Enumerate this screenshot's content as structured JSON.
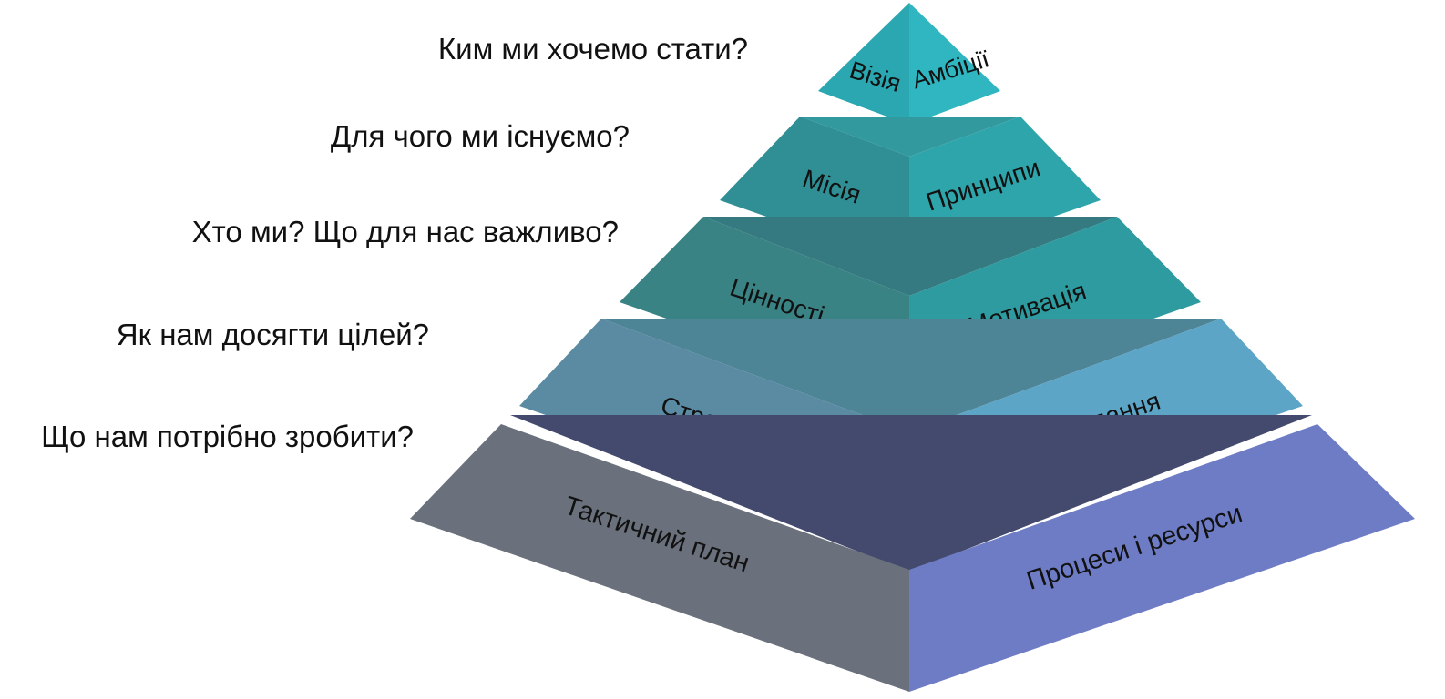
{
  "questions": [
    "Ким ми хочемо стати?",
    "Для чого ми існуємо?",
    "Хто ми? Що для нас важливо?",
    "Як нам досягти цілей?",
    "Що нам потрібно зробити?"
  ],
  "tiers": [
    {
      "left_label": "Візія",
      "right_label": "Амбіції",
      "colors": {
        "left": "#2aa7b1",
        "right": "#2fb6c0",
        "top": "#2c9fa9"
      }
    },
    {
      "left_label": "Місія",
      "right_label": "Принципи",
      "colors": {
        "left": "#2f8f94",
        "right": "#2ea5ab",
        "top": "#32999e"
      }
    },
    {
      "left_label": "Цінності",
      "right_label": "Мотивація",
      "colors": {
        "left": "#3a8385",
        "right": "#2e9ba0",
        "top": "#347a80"
      }
    },
    {
      "left_label": "Стратегія",
      "right_label": "Цілі і завдання",
      "colors": {
        "left": "#5a8ba2",
        "right": "#5da5c7",
        "top": "#4d8496"
      }
    },
    {
      "left_label": "Тактичний план",
      "right_label": "Процеси і ресурси",
      "colors": {
        "left": "#6a717c",
        "right": "#6e7cc5",
        "top": "#444a6d"
      }
    }
  ]
}
